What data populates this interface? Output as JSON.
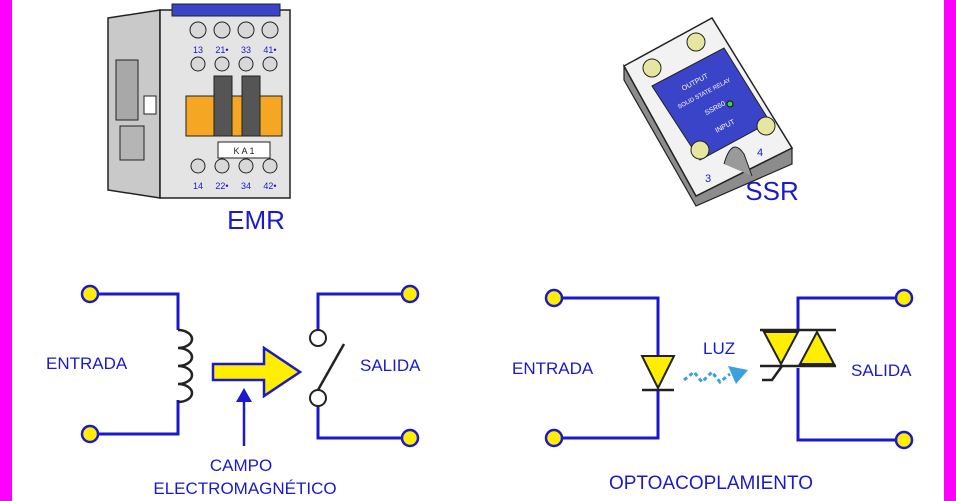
{
  "top": {
    "emr_label": "EMR",
    "ssr_label": "SSR",
    "contactor": {
      "terminals_top": [
        "13",
        "21•",
        "33",
        "41•"
      ],
      "terminals_bottom": [
        "14",
        "22•",
        "34",
        "42•"
      ],
      "plate": "K A 1"
    },
    "ssr_device": {
      "output_text": "OUTPUT",
      "brand_text": "SOLID STATE RELAY",
      "model_text": "SSR60",
      "input_text": "INPUT",
      "term3": "3",
      "term4": "4"
    }
  },
  "emr_diagram": {
    "entrada": "ENTRADA",
    "salida": "SALIDA",
    "caption_line1": "CAMPO",
    "caption_line2": "ELECTROMAGNÉTICO"
  },
  "ssr_diagram": {
    "entrada": "ENTRADA",
    "salida": "SALIDA",
    "luz": "LUZ",
    "caption": "OPTOACOPLAMIENTO"
  },
  "colors": {
    "frame": "#ff00ff",
    "wire": "#1a1acc",
    "label": "#1a1acc",
    "node_fill": "#ffee00",
    "device_blue": "#3a44c8"
  }
}
